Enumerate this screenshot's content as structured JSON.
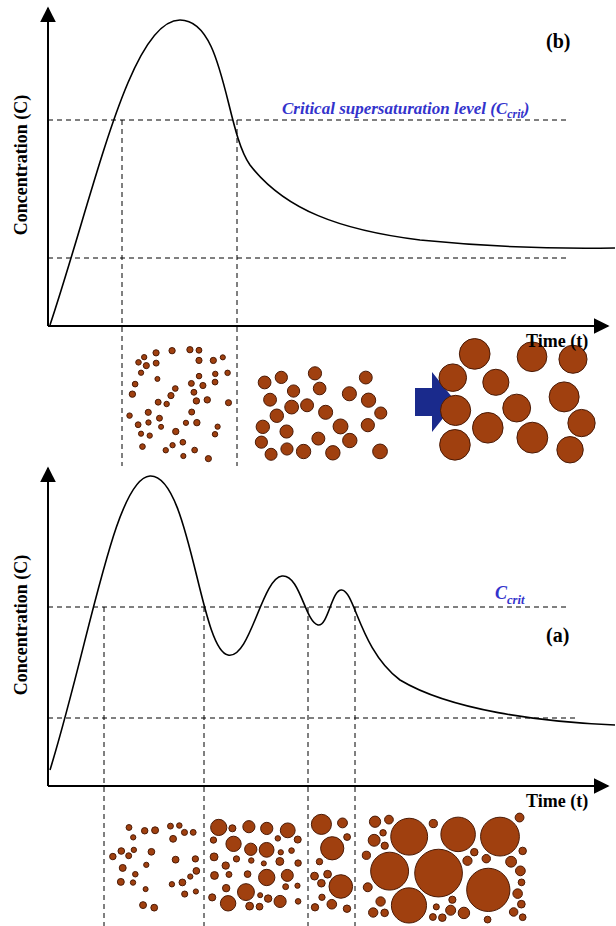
{
  "diagram": {
    "labels": [
      "(b)",
      "Critical supersaturation level (C",
      "crit",
      ")",
      "Concentration (C)",
      "Time (t)",
      "(a)",
      "C",
      "crit",
      "Concentration (C)",
      "Time (t)"
    ]
  }
}
